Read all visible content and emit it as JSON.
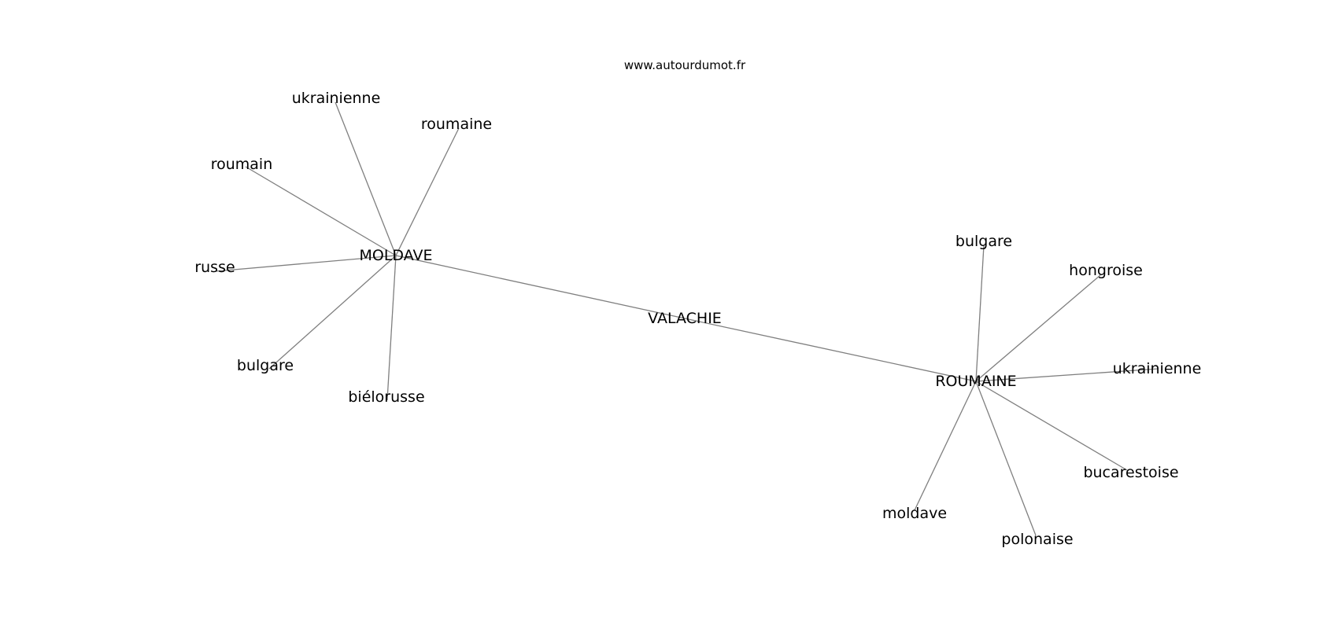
{
  "source": "www.autourdumot.fr",
  "colors": {
    "edge": "#7f7f7f",
    "text": "#000000",
    "background": "#ffffff"
  },
  "graph": {
    "center": "VALACHIE",
    "hubs": [
      {
        "label": "MOLDAVE",
        "neighbors": [
          "ukrainienne",
          "roumaine",
          "roumain",
          "russe",
          "bulgare",
          "biélorusse"
        ]
      },
      {
        "label": "ROUMAINE",
        "neighbors": [
          "bulgare",
          "hongroise",
          "ukrainienne",
          "bucarestoise",
          "moldave",
          "polonaise"
        ]
      }
    ]
  }
}
